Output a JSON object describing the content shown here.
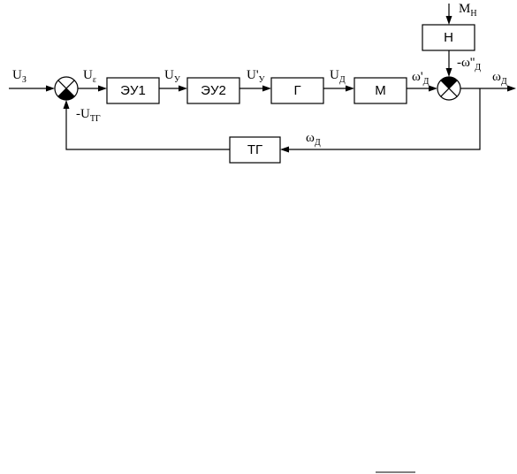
{
  "blocks": {
    "eu1": "ЭУ1",
    "eu2": "ЭУ2",
    "g": "Г",
    "m": "М",
    "n": "Н",
    "tg": "ТГ"
  },
  "signals": {
    "u3": {
      "main": "U",
      "sub": "З"
    },
    "ue": {
      "main": "U",
      "sub": "ε"
    },
    "uy": {
      "main": "U",
      "sub": "У"
    },
    "uy_prime": {
      "main": "U'",
      "sub": "У"
    },
    "ud": {
      "main": "U",
      "sub": "Д"
    },
    "omega_d_prime": {
      "main": "ω'",
      "sub": "Д"
    },
    "neg_omega_dd": {
      "main": "-ω''",
      "sub": "Д"
    },
    "omega_out": {
      "main": "ω",
      "sub": "Д"
    },
    "mn": {
      "main": "М",
      "sub": "Н"
    },
    "neg_utg": {
      "main": "-U",
      "sub": "ТГ"
    },
    "omega_fb": {
      "main": "ω",
      "sub": "Д"
    }
  }
}
